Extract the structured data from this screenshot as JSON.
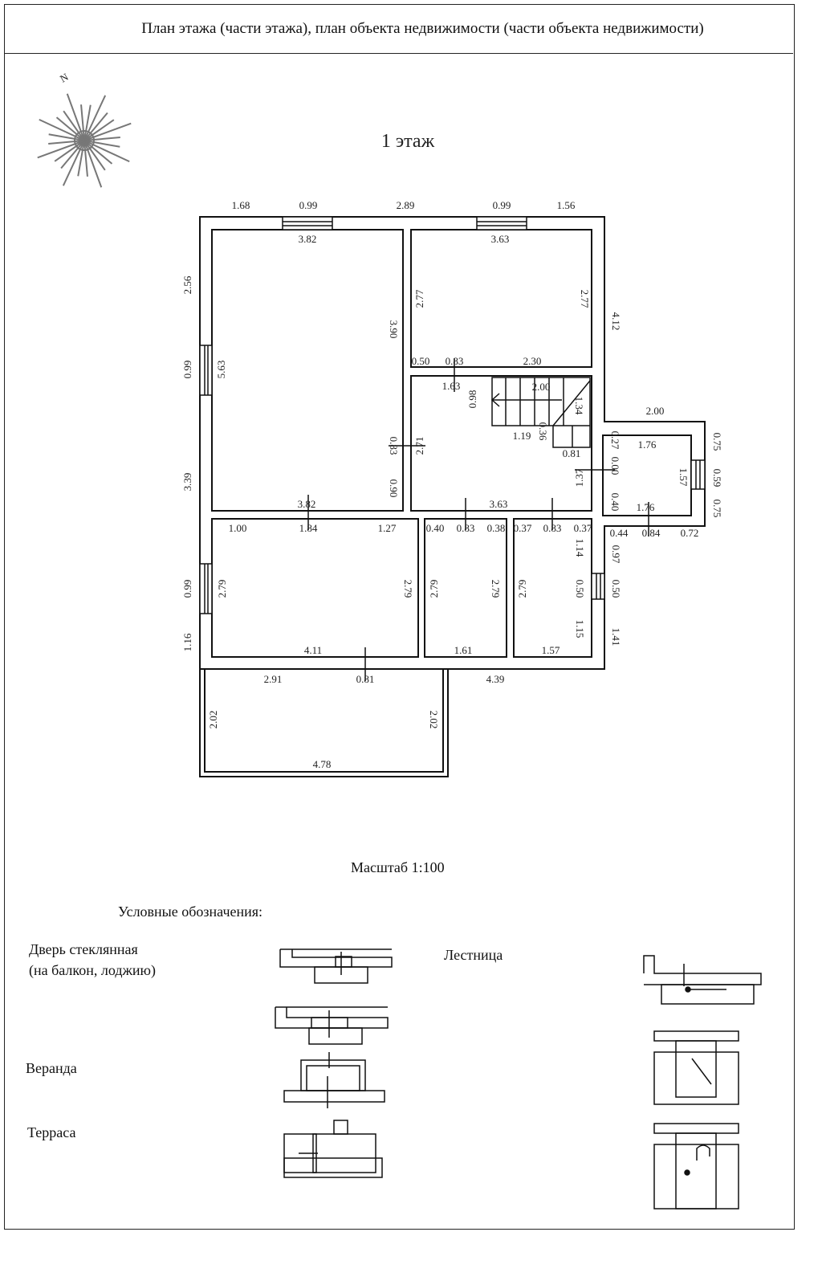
{
  "header": {
    "title": "План этажа (части этажа), план объекта недвижимости (части объекта недвижимости)"
  },
  "plan": {
    "floor_title": "1 этаж",
    "compass_label": "N",
    "dims": [
      "1.68",
      "0.99",
      "2.89",
      "0.99",
      "1.56",
      "3.82",
      "3.63",
      "2.56",
      "0.99",
      "3.39",
      "5.63",
      "3.90",
      "2.77",
      "2.77",
      "4.12",
      "0.50",
      "0.83",
      "2.30",
      "1.63",
      "0.98",
      "2.00",
      "1.34",
      "1.19",
      "0.36",
      "0.81",
      "2.00",
      "0.83",
      "2.71",
      "0.90",
      "1.37",
      "0.27",
      "0.00",
      "0.40",
      "1.76",
      "1.57",
      "1.76",
      "0.75",
      "0.59",
      "0.75",
      "3.82",
      "3.63",
      "1.00",
      "1.84",
      "1.27",
      "0.40",
      "0.83",
      "0.38",
      "0.37",
      "0.83",
      "0.37",
      "0.44",
      "0.84",
      "0.72",
      "1.14",
      "0.97",
      "2.79",
      "2.79",
      "2.79",
      "2.79",
      "2.79",
      "0.50",
      "0.50",
      "1.15",
      "1.41",
      "0.99",
      "1.16",
      "4.11",
      "1.61",
      "1.57",
      "2.91",
      "0.81",
      "4.39",
      "2.02",
      "2.02",
      "4.78"
    ],
    "scale": "Масштаб 1:100"
  },
  "legend": {
    "title": "Условные обозначения:",
    "glass_door": "Дверь стеклянная",
    "glass_door_note": "(на балкон, лоджию)",
    "veranda": "Веранда",
    "terrace": "Терраса",
    "stairs": "Лестница"
  }
}
